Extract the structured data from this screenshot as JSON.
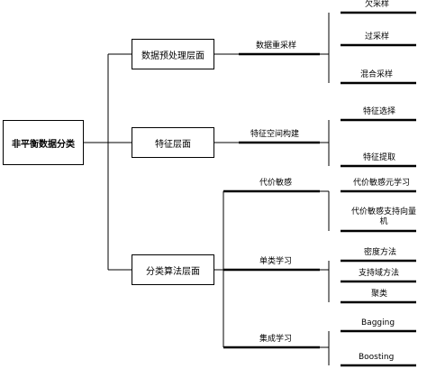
{
  "root": {
    "label": "非平衡数据分类"
  },
  "levels": [
    {
      "label": "数据预处理层面",
      "methods": [
        {
          "label": "数据重采样",
          "leaves": [
            {
              "label": "欠采样"
            },
            {
              "label": "过采样"
            },
            {
              "label": "混合采样"
            }
          ]
        }
      ]
    },
    {
      "label": "特征层面",
      "methods": [
        {
          "label": "特征空间构建",
          "leaves": [
            {
              "label": "特征选择"
            },
            {
              "label": "特征提取"
            }
          ]
        }
      ]
    },
    {
      "label": "分类算法层面",
      "methods": [
        {
          "label": "代价敏感",
          "leaves": [
            {
              "label": "代价敏感元学习"
            },
            {
              "label": "代价敏感支持向量机"
            }
          ]
        },
        {
          "label": "单类学习",
          "leaves": [
            {
              "label": "密度方法"
            },
            {
              "label": "支持域方法"
            },
            {
              "label": "聚类"
            }
          ]
        },
        {
          "label": "集成学习",
          "leaves": [
            {
              "label": "Bagging"
            },
            {
              "label": "Boosting"
            }
          ]
        }
      ]
    }
  ]
}
